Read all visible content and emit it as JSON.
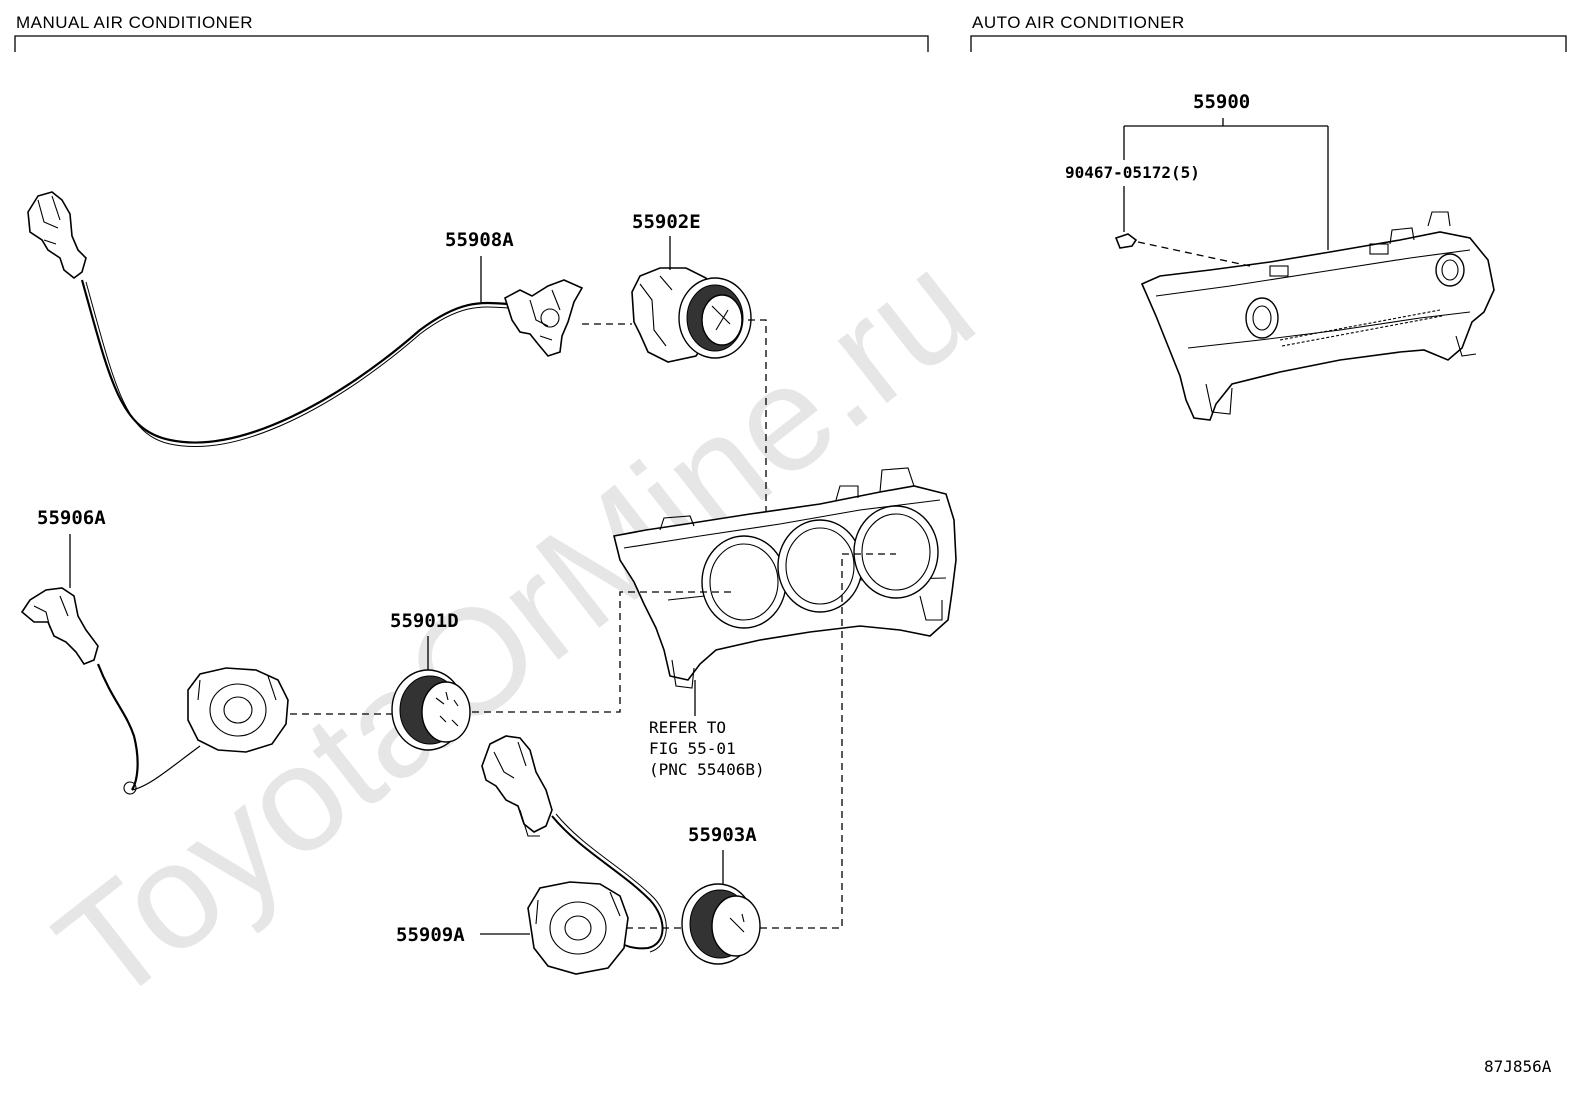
{
  "sections": {
    "manual": {
      "title": "MANUAL AIR CONDITIONER"
    },
    "auto": {
      "title": "AUTO AIR CONDITIONER"
    }
  },
  "parts": {
    "p55908A": "55908A",
    "p55902E": "55902E",
    "p55906A": "55906A",
    "p55901D": "55901D",
    "p55903A": "55903A",
    "p55909A": "55909A",
    "p55900": "55900",
    "bolt": "90467-05172(5)"
  },
  "note": {
    "line1": "REFER TO",
    "line2": "FIG 55-01",
    "line3": "(PNC 55406B)"
  },
  "watermark": "ToyotaOrMine.ru",
  "figure_code": "87J856A"
}
